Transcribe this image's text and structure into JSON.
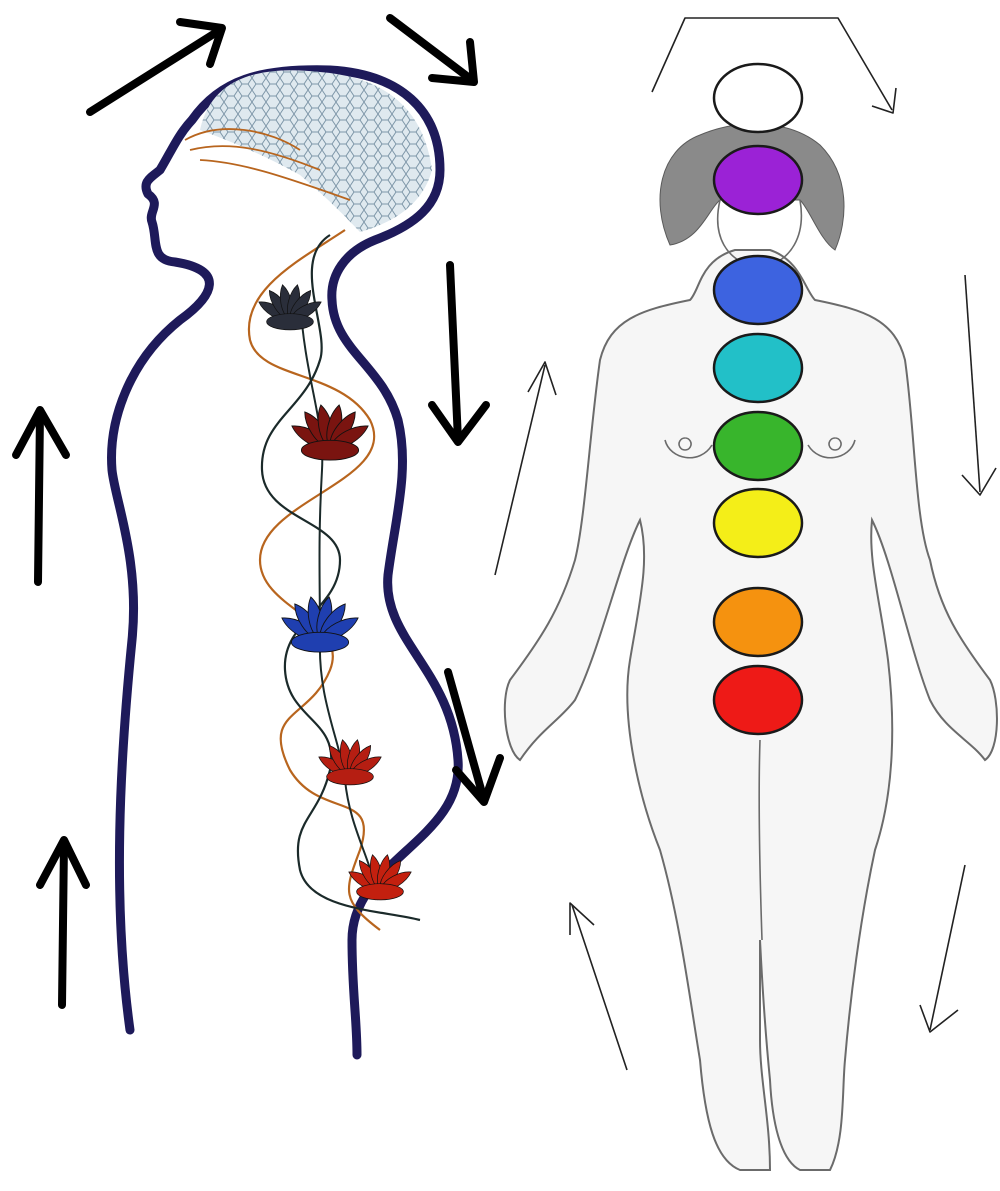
{
  "colors": {
    "background": "#ffffff",
    "silhouette_outline": "#1e1a5a",
    "arrow_bold": "#000000",
    "arrow_thin": "#222222",
    "body_line": "#6b6b6b",
    "body_fill": "#f6f6f6",
    "hair": "#8a8a8a",
    "nadi_orange": "#b8651e",
    "nadi_dark": "#1b2a2a",
    "brain_mesh": "#7d96a8",
    "brain_fill": "#dfe9ef"
  },
  "icons": {
    "bold_arrow": "arrow-icon",
    "thin_arrow": "thin-arrow-icon",
    "lotus": "lotus-icon",
    "chakra": "chakra-circle"
  },
  "lotuses": [
    {
      "name": "crown-lotus",
      "color": "#2a2e3a"
    },
    {
      "name": "throat-lotus",
      "color": "#7a1410"
    },
    {
      "name": "heart-lotus",
      "color": "#1f3fb0"
    },
    {
      "name": "navel-lotus",
      "color": "#b51e12"
    },
    {
      "name": "root-lotus",
      "color": "#c3200f"
    }
  ],
  "chakras": [
    {
      "name": "crown",
      "color": "#ffffff"
    },
    {
      "name": "third-eye",
      "color": "#9b22d6"
    },
    {
      "name": "throat",
      "color": "#3d63e0"
    },
    {
      "name": "heart-upper",
      "color": "#22c0c8"
    },
    {
      "name": "heart",
      "color": "#38b52c"
    },
    {
      "name": "solar-plexus",
      "color": "#f4ee18"
    },
    {
      "name": "sacral",
      "color": "#f5920f"
    },
    {
      "name": "root",
      "color": "#ee1a17"
    }
  ]
}
